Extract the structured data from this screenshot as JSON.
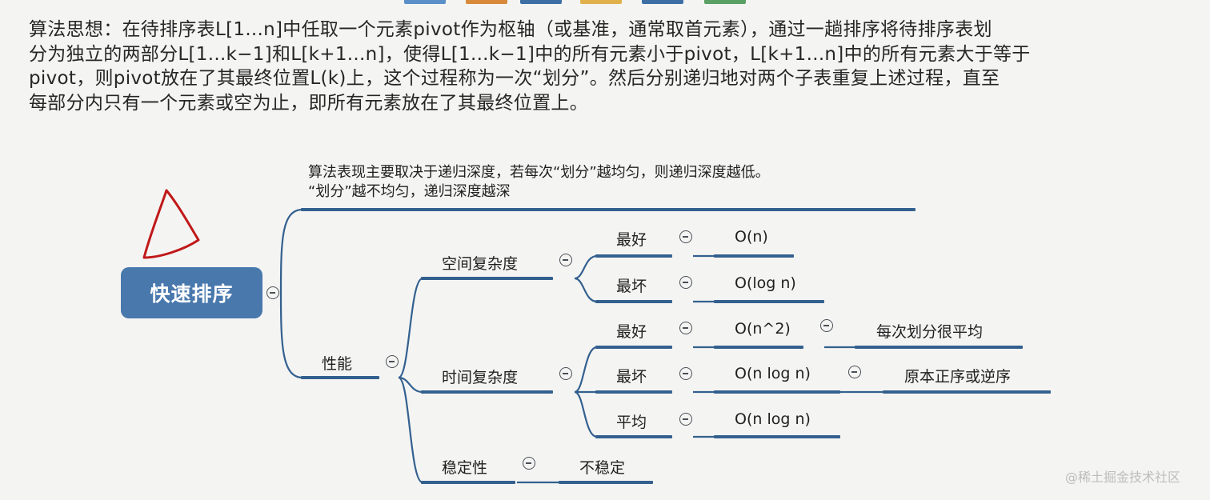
{
  "paragraph": [
    "算法思想：在待排序表L[1...n]中任取一个元素pivot作为枢轴（或基准，通常取首元素），通过一趟排序将待排序表划",
    "分为独立的两部分L[1...k−1]和L[k+1...n]，使得L[1...k−1]中的所有元素小于pivot，L[k+1...n]中的所有元素大于等于",
    "pivot，则pivot放在了其最终位置L(k)上，这个过程称为一次“划分”。然后分别递归地对两个子表重复上述过程，直至",
    "每部分内只有一个元素或空为止，即所有元素放在了其最终位置上。"
  ],
  "mindmap": {
    "root": "快速排序",
    "note_lines": [
      "算法表现主要取决于递归深度，若每次“划分”越均匀，则递归深度越低。",
      "“划分”越不均匀，递归深度越深"
    ],
    "performance": "性能",
    "space": {
      "label": "空间复杂度",
      "best_label": "最好",
      "best_value": "O(n)",
      "worst_label": "最坏",
      "worst_value": "O(log n)"
    },
    "time": {
      "label": "时间复杂度",
      "best_label": "最好",
      "best_value": "O(n^2)",
      "best_note": "每次划分很平均",
      "worst_label": "最坏",
      "worst_value": "O(n log n)",
      "worst_note": "原本正序或逆序",
      "avg_label": "平均",
      "avg_value": "O(n log n)"
    },
    "stability": {
      "label": "稳定性",
      "value": "不稳定"
    }
  },
  "watermark": "@稀土掘金技术社区",
  "colors": {
    "branch": "#33608f",
    "root_fill": "#4978ad",
    "annotation": "#c01818"
  }
}
